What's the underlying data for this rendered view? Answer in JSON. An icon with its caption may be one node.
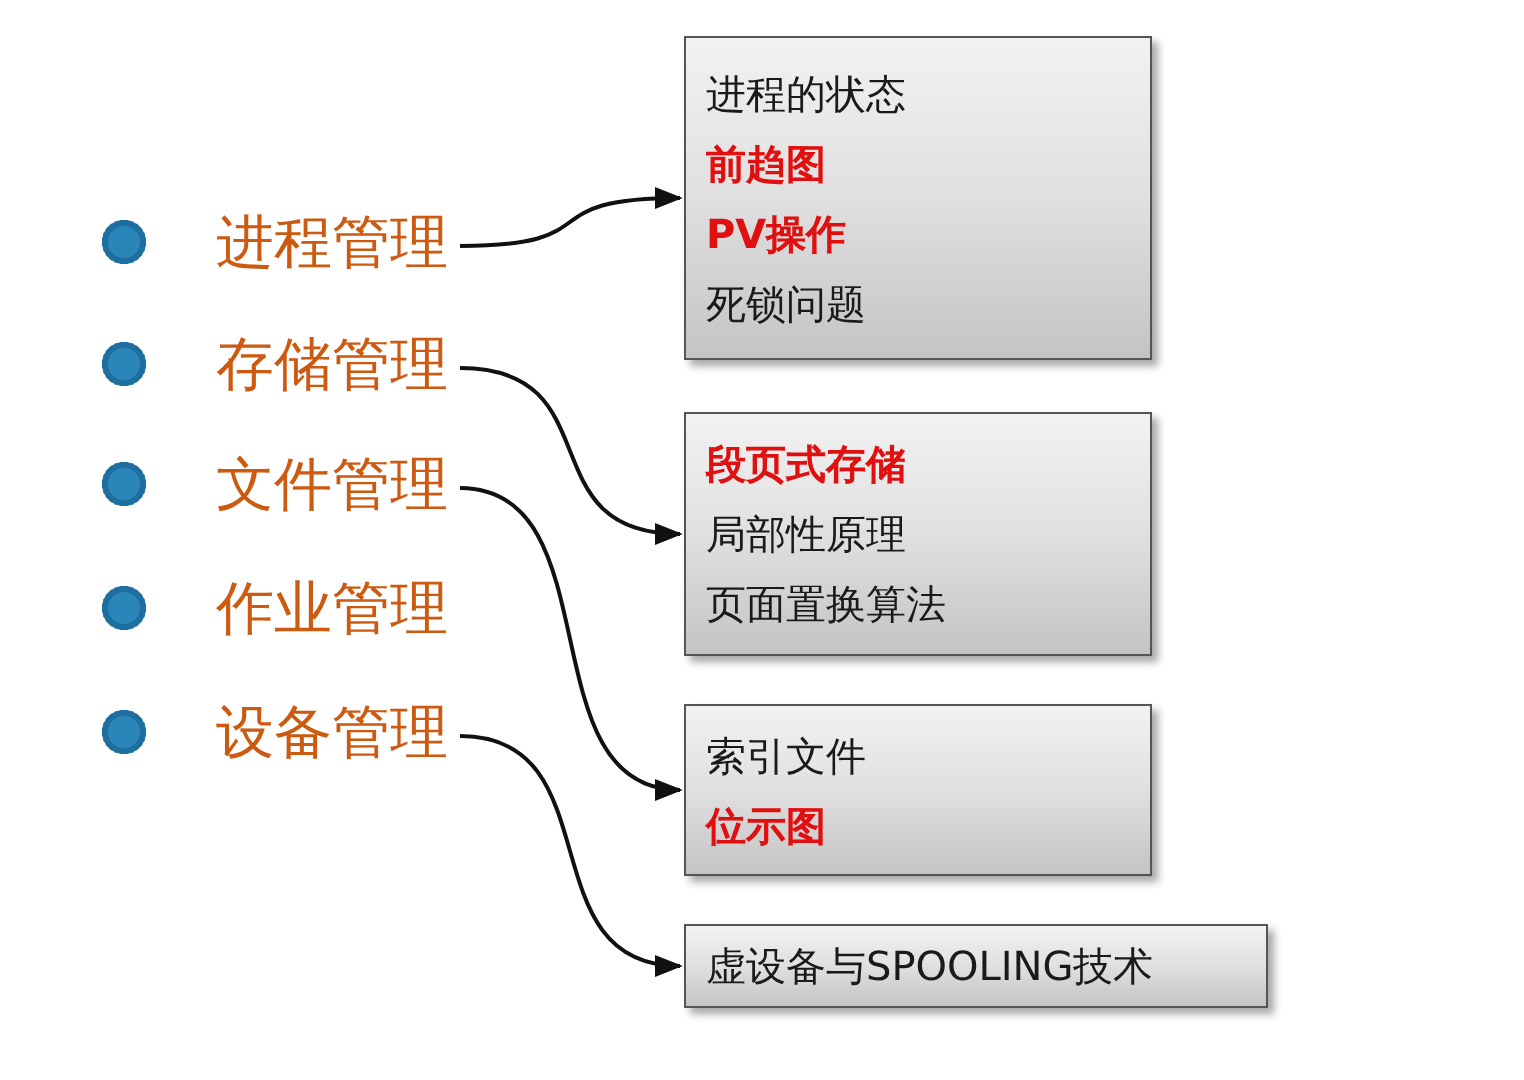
{
  "diagram": {
    "nodes": [
      {
        "text": [
          "进程管理"
        ]
      },
      {
        "text": [
          "存储管理"
        ]
      },
      {
        "text": [
          "文件管理"
        ]
      },
      {
        "text": [
          "作业管理"
        ]
      },
      {
        "text": [
          "设备管理"
        ]
      },
      {
        "text": [
          "进程的状态",
          "前趋图",
          "PV操作",
          "死锁问题"
        ]
      },
      {
        "text": [
          "段页式存储",
          "局部性原理",
          "页面置换算法"
        ]
      },
      {
        "text": [
          "索引文件",
          "位示图"
        ]
      },
      {
        "text": [
          "虚设备与SPOOLING技术"
        ]
      }
    ],
    "edges": [
      {
        "from": 0,
        "to": 5,
        "arrow": "to"
      },
      {
        "from": 1,
        "to": 6,
        "arrow": "to"
      },
      {
        "from": 2,
        "to": 7,
        "arrow": "to"
      },
      {
        "from": 4,
        "to": 8,
        "arrow": "to"
      }
    ]
  }
}
